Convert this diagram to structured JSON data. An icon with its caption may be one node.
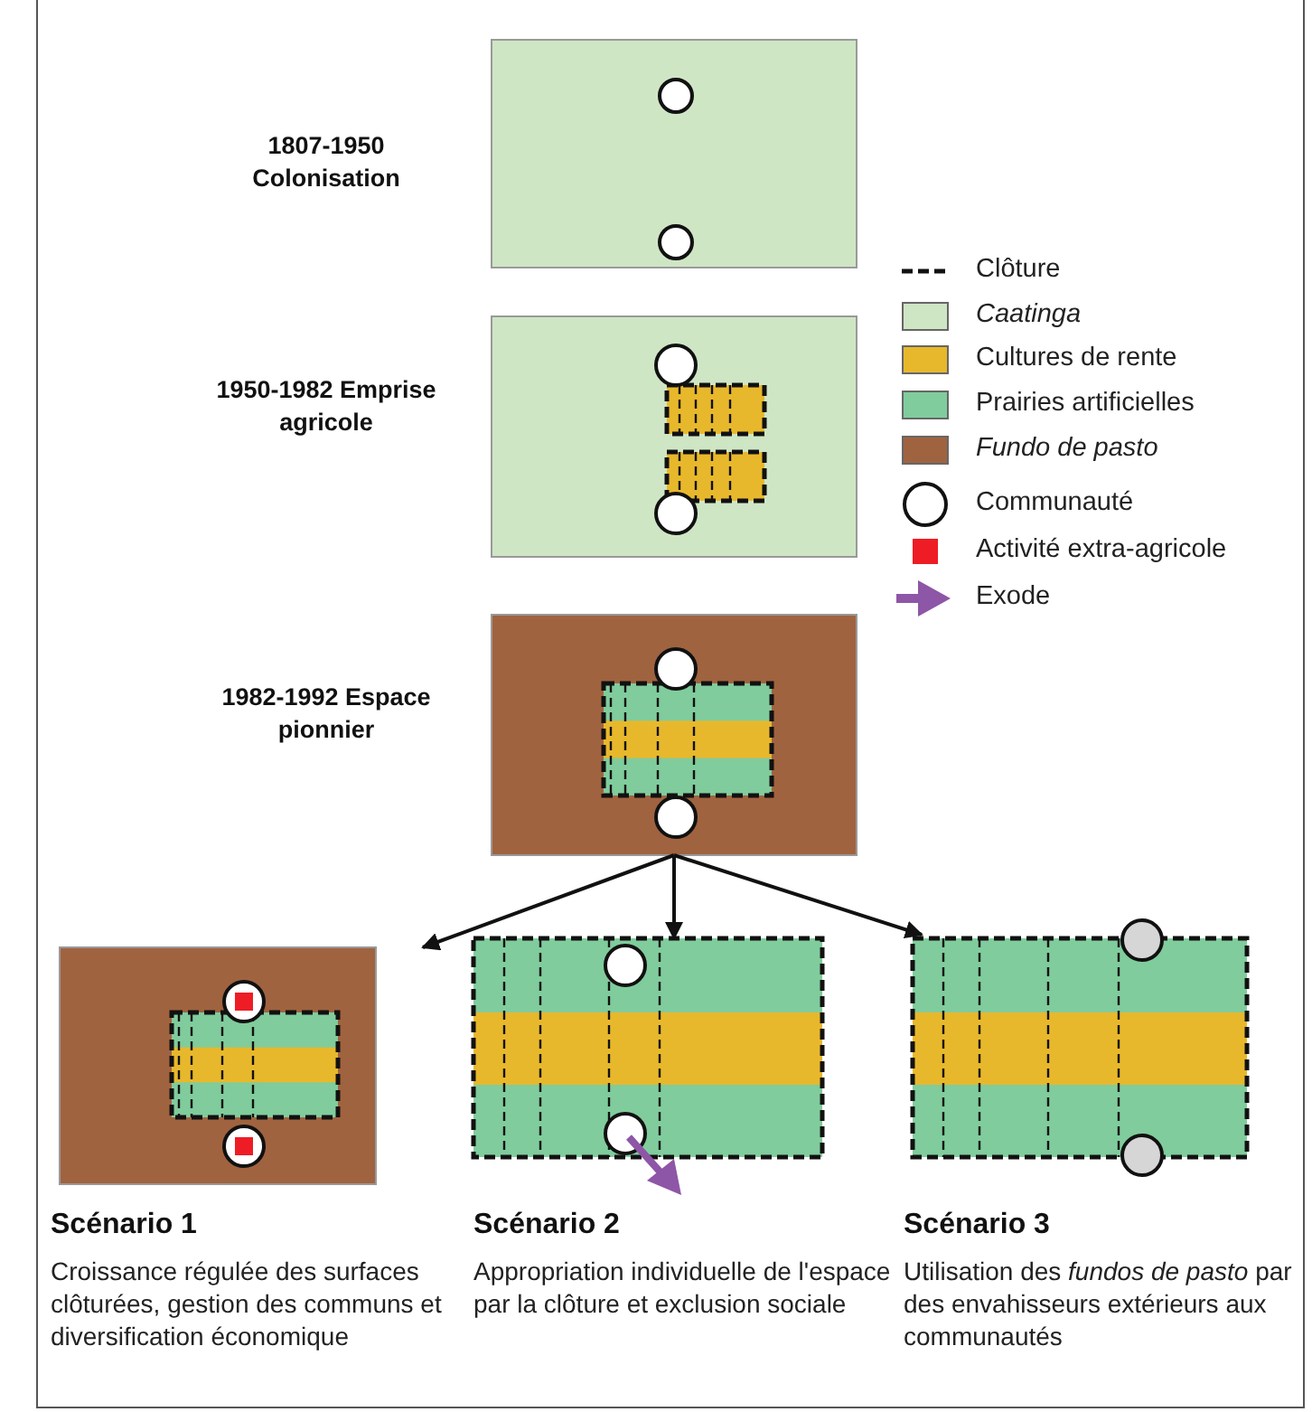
{
  "diagram": {
    "nodes": [
      {
        "text": [
          "1807-1950 Colonisation"
        ]
      },
      {
        "text": [
          "1950-1982 Emprise agricole"
        ]
      },
      {
        "text": [
          "1982-1992 Espace pionnier"
        ]
      },
      {
        "text": [
          "Scénario 1",
          "Croissance régulée des surfaces clôturées, gestion des communs et diversification économique"
        ]
      },
      {
        "text": [
          "Scénario 2",
          "Appropriation individuelle de l'espace par la clôture et exclusion sociale"
        ]
      },
      {
        "text": [
          "Scénario 3",
          "Utilisation des *fundos de pasto* par des envahisseurs extérieurs aux communautés"
        ]
      }
    ],
    "edges": [
      {
        "from": 2,
        "to": 3,
        "arrow": "to"
      },
      {
        "from": 2,
        "to": 4,
        "arrow": "to"
      },
      {
        "from": 2,
        "to": 5,
        "arrow": "to"
      }
    ],
    "legend": [
      {
        "text": "Clôture"
      },
      {
        "text": "Caatinga",
        "color": "#cfe6c5"
      },
      {
        "text": "Cultures de rente",
        "color": "#e8b82c"
      },
      {
        "text": "Prairies artificielles",
        "color": "#80cc9c"
      },
      {
        "text": "Fundo de pasto",
        "color": "#a0633f"
      },
      {
        "text": "Communauté"
      },
      {
        "text": "Activité extra-agricole",
        "color": "#ee1c25"
      },
      {
        "text": "Exode"
      }
    ]
  }
}
